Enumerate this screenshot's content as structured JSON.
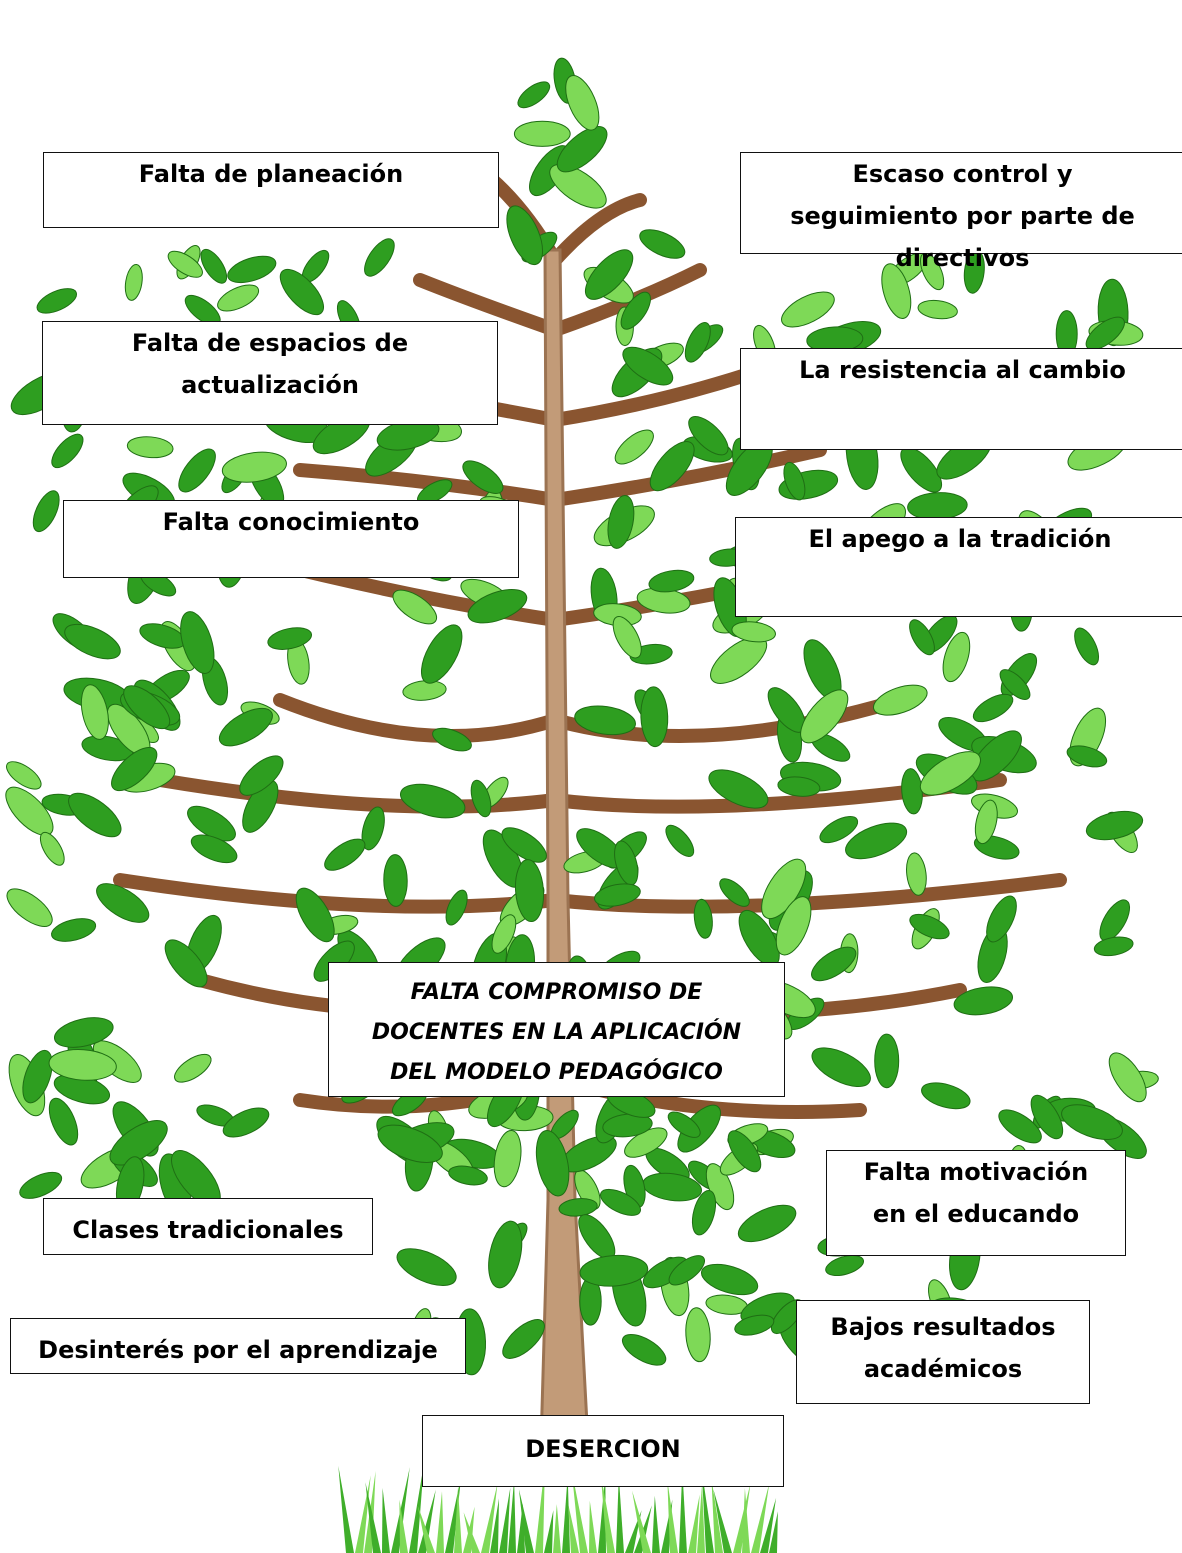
{
  "diagram": {
    "type": "problem-tree",
    "central_problem": "FALTA COMPROMISO DE DOCENTES EN LA APLICACIÓN DEL MODELO PEDAGÓGICO",
    "causes": [
      "Falta de planeación",
      "Escaso control y seguimiento por parte de directivos",
      "Falta de espacios de actualización",
      "La resistencia al cambio",
      "Falta conocimiento",
      "El apego a la tradición"
    ],
    "effects": [
      "Clases tradicionales",
      "Falta motivación en el educando",
      "Desinterés por el aprendizaje",
      "Bajos resultados académicos",
      "DESERCION"
    ]
  },
  "colors": {
    "trunk": "#a9825f",
    "branch": "#8a5530",
    "leaf_dark": "#2e9e20",
    "leaf_light": "#7ed957",
    "grass": "#3fae2a",
    "box_border": "#111111",
    "box_fill": "#ffffff"
  }
}
